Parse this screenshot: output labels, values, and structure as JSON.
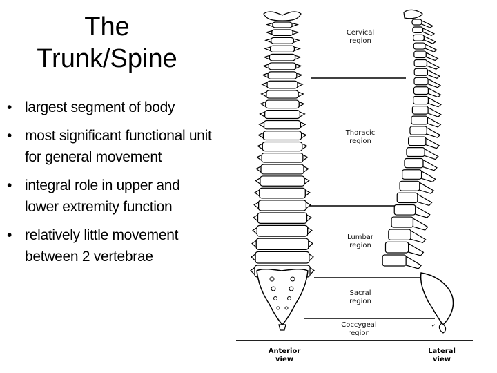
{
  "title": {
    "line1": "The",
    "line2": "Trunk/Spine"
  },
  "bullets": [
    "largest segment of body",
    "most significant functional unit for general movement",
    "integral role in upper and lower extremity function",
    "relatively little movement between 2 vertebrae"
  ],
  "figure": {
    "regions": {
      "cervical": {
        "line1": "Cervical",
        "line2": "region"
      },
      "thoracic": {
        "line1": "Thoracic",
        "line2": "region"
      },
      "lumbar": {
        "line1": "Lumbar",
        "line2": "region"
      },
      "sacral": {
        "line1": "Sacral",
        "line2": "region"
      },
      "coccygeal": {
        "line1": "Coccygeal",
        "line2": "region"
      }
    },
    "views": {
      "anterior": {
        "line1": "Anterior",
        "line2": "view"
      },
      "lateral": {
        "line1": "Lateral",
        "line2": "view"
      }
    }
  }
}
